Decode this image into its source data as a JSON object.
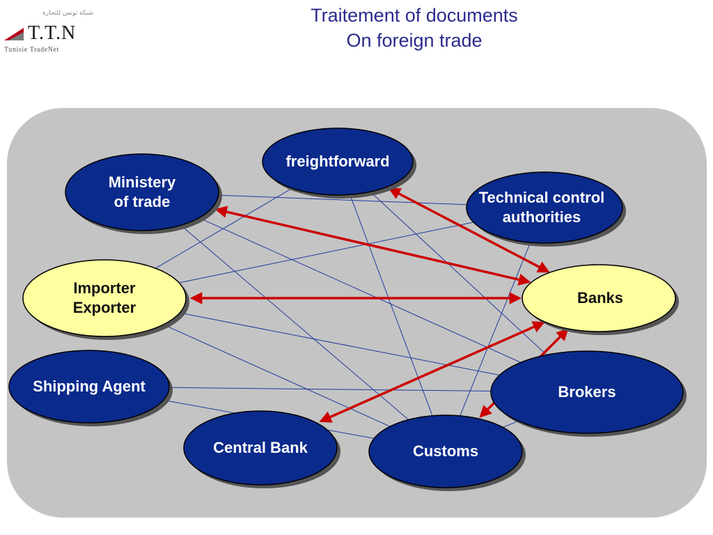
{
  "header": {
    "logo_arabic": "شبكة تونس للتجارة",
    "logo_text": "T.T.N",
    "logo_subtitle": "Tunisie TradeNet",
    "title_line1": "Traitement of documents",
    "title_line2": "On foreign trade"
  },
  "colors": {
    "node_dark": "#0a2a8c",
    "node_light": "#ffffa0",
    "connector_line": "#1f3a9c",
    "arrow": "#cc0000",
    "panel": "#c4c4c4",
    "title": "#2b2b8c"
  },
  "nodes": [
    {
      "id": "freightforward",
      "label": "freightforward",
      "style": "dark"
    },
    {
      "id": "ministry",
      "label": "Ministery\nof trade",
      "style": "dark"
    },
    {
      "id": "technical",
      "label": "Technical control\nauthorities",
      "style": "dark"
    },
    {
      "id": "importer",
      "label": "Importer\nExporter",
      "style": "light"
    },
    {
      "id": "banks",
      "label": "Banks",
      "style": "light"
    },
    {
      "id": "shipping",
      "label": "Shipping Agent",
      "style": "dark"
    },
    {
      "id": "brokers",
      "label": "Brokers",
      "style": "dark"
    },
    {
      "id": "central",
      "label": "Central Bank",
      "style": "dark"
    },
    {
      "id": "customs",
      "label": "Customs",
      "style": "dark"
    }
  ],
  "thin_links": [
    [
      "ministry",
      "technical"
    ],
    [
      "ministry",
      "customs"
    ],
    [
      "freightforward",
      "importer"
    ],
    [
      "freightforward",
      "customs"
    ],
    [
      "freightforward",
      "brokers"
    ],
    [
      "technical",
      "importer"
    ],
    [
      "technical",
      "customs"
    ],
    [
      "importer",
      "brokers"
    ],
    [
      "importer",
      "customs"
    ],
    [
      "shipping",
      "brokers"
    ],
    [
      "shipping",
      "customs"
    ],
    [
      "brokers",
      "customs"
    ],
    [
      "ministry",
      "brokers"
    ]
  ],
  "arrows": [
    [
      "banks",
      "freightforward"
    ],
    [
      "banks",
      "ministry"
    ],
    [
      "banks",
      "importer"
    ],
    [
      "banks",
      "central"
    ],
    [
      "banks",
      "customs"
    ]
  ]
}
